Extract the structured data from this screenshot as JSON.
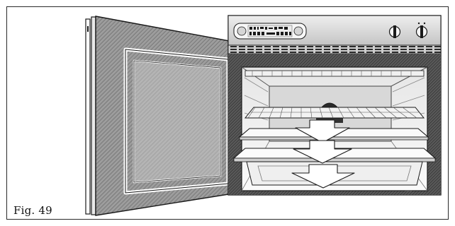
{
  "figure": {
    "caption": "Fig. 49"
  },
  "colors": {
    "ink": "#1a1a1a",
    "door_texture": "#8a8a8a",
    "window": "#9a9a9a",
    "cavity": "#f4f4f4",
    "control_panel": "#dcdcdc"
  },
  "icons": {
    "door": "oven-door-open",
    "display": "lcd-control-display",
    "knobs": "rotary-knob",
    "arrows": "pull-out-arrow"
  }
}
